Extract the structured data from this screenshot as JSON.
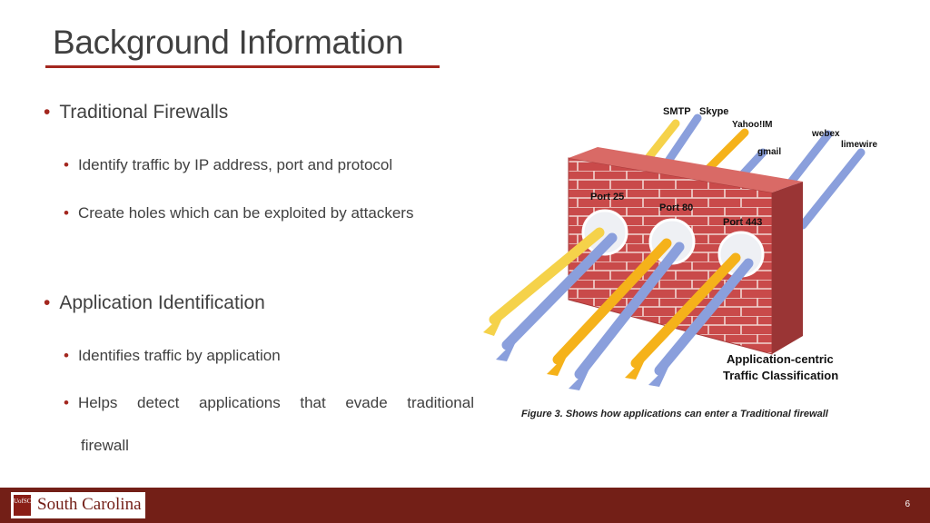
{
  "slide": {
    "title": "Background Information",
    "page_number": "6"
  },
  "bullets": {
    "traditional": {
      "heading": "Traditional Firewalls",
      "items": [
        "Identify traffic by IP address, port and protocol",
        "Create holes which can be exploited by attackers"
      ]
    },
    "application": {
      "heading": "Application Identification",
      "items": [
        "Identifies traffic by application",
        "Helps detect applications that evade traditional"
      ],
      "continuation": "firewall"
    }
  },
  "figure": {
    "apps": [
      "SMTP",
      "Skype",
      "Yahoo!IM",
      "gmail",
      "webex",
      "limewire"
    ],
    "ports": [
      "Port 25",
      "Port 80",
      "Port 443"
    ],
    "classification": [
      "Application-centric",
      "Traffic Classification"
    ],
    "caption": "Figure 3. Shows how applications can enter a Traditional firewall"
  },
  "footer": {
    "logo_seal": "UofSC",
    "logo_text": "South Carolina"
  },
  "colors": {
    "accent": "#a3271f",
    "footer_bg": "#731f17",
    "text": "#404040",
    "brick": "#c94a4a",
    "arrow_yellow": "#f5b21a",
    "arrow_blue": "#8a9fdc"
  }
}
